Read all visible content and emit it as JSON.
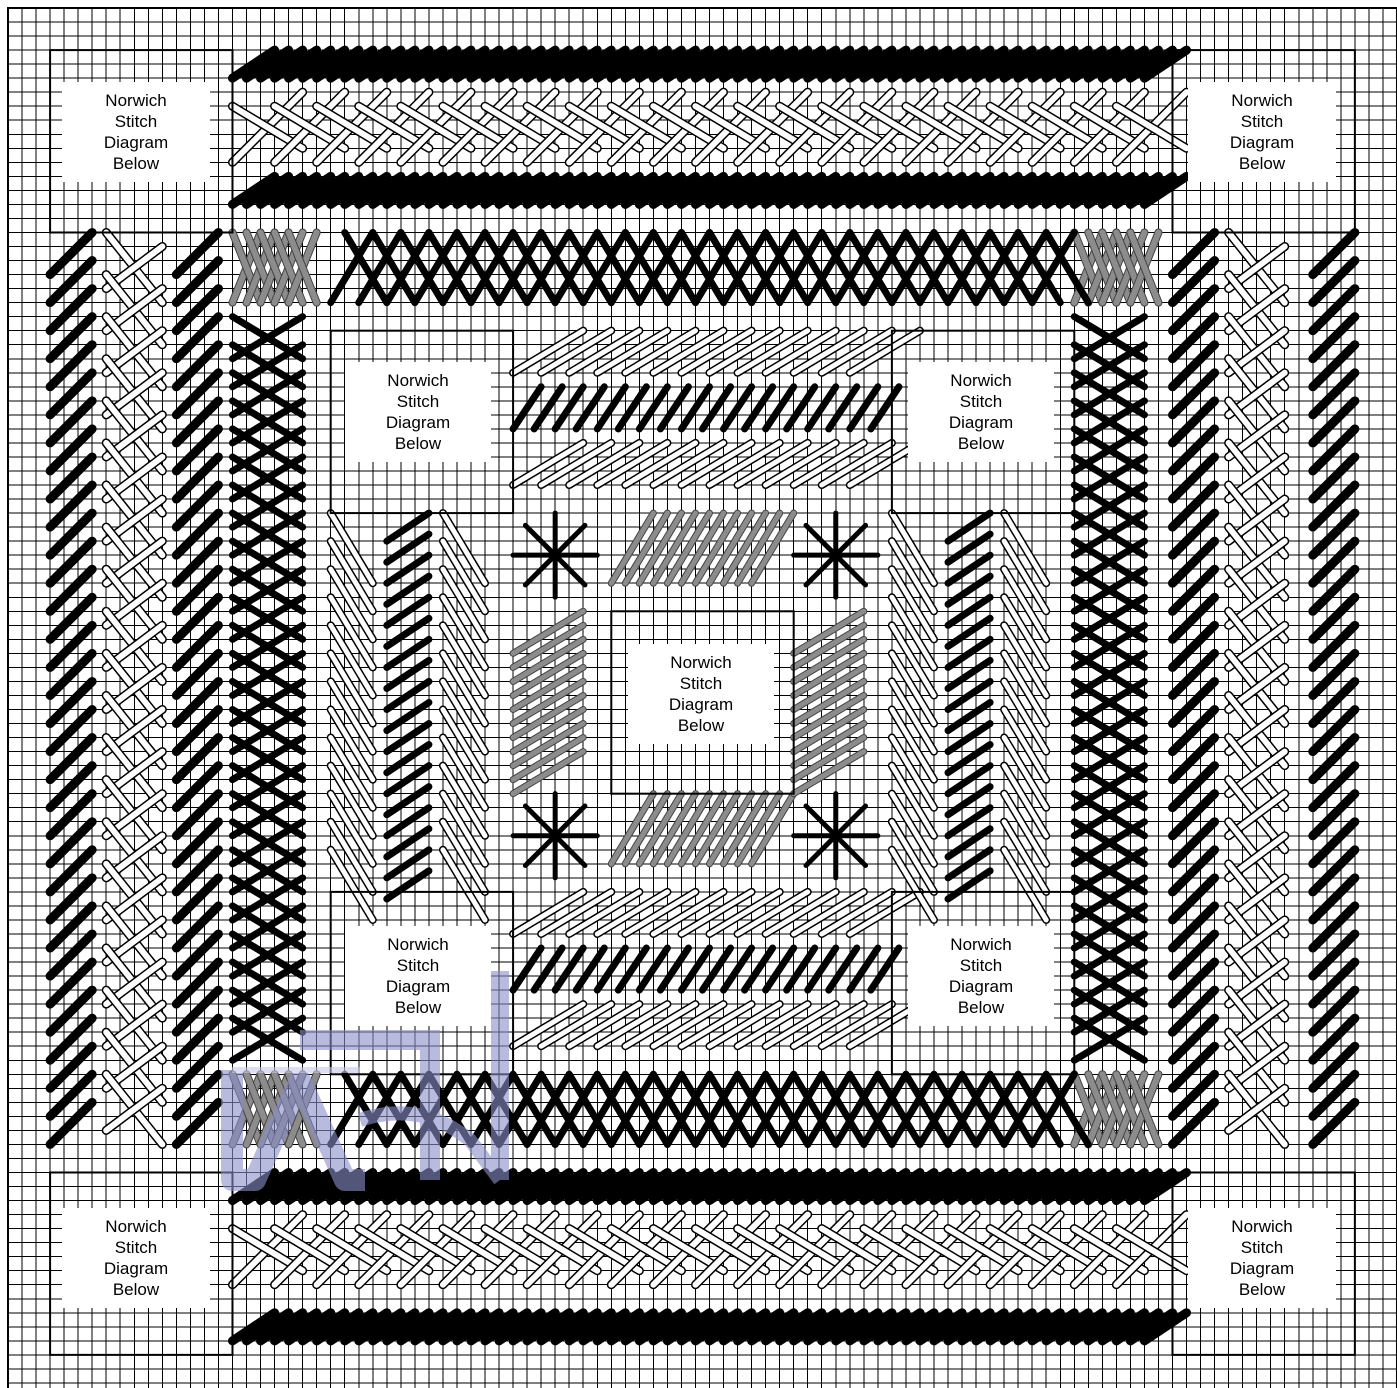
{
  "diagram": {
    "label_lines": [
      "Norwich",
      "Stitch",
      "Diagram",
      "Below"
    ],
    "labels": [
      {
        "id": "outer-top-left"
      },
      {
        "id": "outer-top-right"
      },
      {
        "id": "outer-bottom-left"
      },
      {
        "id": "outer-bottom-right"
      },
      {
        "id": "inner-top-left"
      },
      {
        "id": "inner-top-right"
      },
      {
        "id": "inner-bottom-left"
      },
      {
        "id": "inner-bottom-right"
      },
      {
        "id": "center"
      }
    ],
    "colors": {
      "grid": "#000000",
      "dark_stitch": "#000000",
      "light_stitch": "#ffffff",
      "gray_stitch": "#8c8c8c",
      "watermark": "#8a8fc8"
    },
    "icons": [
      "watermark-logo"
    ]
  }
}
